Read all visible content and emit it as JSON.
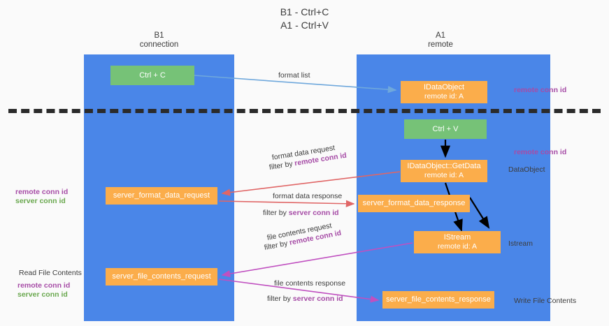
{
  "title": {
    "line1": "B1 - Ctrl+C",
    "line2": "A1 - Ctrl+V"
  },
  "columns": {
    "left": {
      "name": "B1",
      "role": "connection"
    },
    "right": {
      "name": "A1",
      "role": "remote"
    }
  },
  "colors": {
    "lane": "#4a86e8",
    "node_orange": "#fbad4b",
    "node_green": "#76c277",
    "remote_conn_id": "#a64ca6",
    "server_conn_id": "#6aa84f",
    "divider": "#2b2b2b",
    "arrow_blue": "#6fa8dc",
    "arrow_red": "#e06666",
    "arrow_pink": "#c050c0",
    "arrow_black": "#000000"
  },
  "nodes": {
    "ctrl_c": {
      "label": "Ctrl + C"
    },
    "ctrl_v": {
      "label": "Ctrl + V"
    },
    "idataobject_top": {
      "line1": "IDataObject",
      "line2": "remote id: A"
    },
    "getdata": {
      "line1": "IDataObject::GetData",
      "line2": "remote id: A"
    },
    "istream": {
      "line1": "IStream",
      "line2": "remote id: A"
    },
    "server_format_data_request": {
      "label": "server_format_data_request"
    },
    "server_format_data_response": {
      "label": "server_format_data_response"
    },
    "server_file_contents_request": {
      "label": "server_file_contents_request"
    },
    "server_file_contents_response": {
      "label": "server_file_contents_response"
    }
  },
  "edge_labels": {
    "format_list": "format list",
    "format_data_request": "format data request",
    "format_data_request_filter_prefix": "filter by ",
    "format_data_request_filter_key": "remote conn id",
    "format_data_response": "format data response",
    "format_data_response_filter_prefix": "filter by ",
    "format_data_response_filter_key": "server conn id",
    "file_contents_request": "file contents request",
    "file_contents_request_filter_prefix": "filter by ",
    "file_contents_request_filter_key": "remote conn id",
    "file_contents_response": "file contents response",
    "file_contents_response_filter_prefix": "filter by ",
    "file_contents_response_filter_key": "server conn id"
  },
  "side_labels": {
    "right_remote_conn_id_1": "remote conn id",
    "right_remote_conn_id_2": "remote conn id",
    "dataobject": "DataObject",
    "istream": "Istream",
    "write_file_contents": "Write File Contents",
    "left_remote_conn_id_1": "remote conn id",
    "left_server_conn_id_1": "server conn id",
    "read_file_contents": "Read File Contents",
    "left_remote_conn_id_2": "remote conn id",
    "left_server_conn_id_2": "server conn id"
  }
}
